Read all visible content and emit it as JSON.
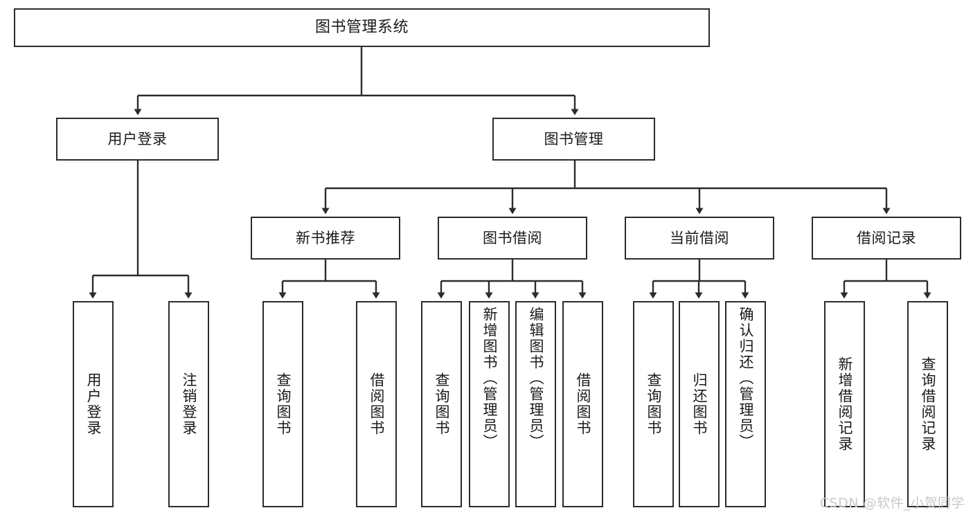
{
  "diagram": {
    "title": "图书管理系统",
    "type": "hierarchy-tree",
    "watermark": "CSDN @软件_小贺同学",
    "colors": {
      "box_border": "#2b2b2b",
      "box_fill": "#ffffff",
      "connector": "#2b2b2b",
      "text": "#1a1a1a",
      "watermark": "#c9c9c9"
    },
    "root": {
      "label": "图书管理系统"
    },
    "level2": [
      {
        "label": "用户登录"
      },
      {
        "label": "图书管理"
      }
    ],
    "level3": [
      {
        "label": "新书推荐"
      },
      {
        "label": "图书借阅"
      },
      {
        "label": "当前借阅"
      },
      {
        "label": "借阅记录"
      }
    ],
    "leaves": {
      "user_login": [
        {
          "label": "用户登录"
        },
        {
          "label": "注销登录"
        }
      ],
      "new_book": [
        {
          "label": "查询图书"
        },
        {
          "label": "借阅图书"
        }
      ],
      "book_borrow": [
        {
          "label": "查询图书"
        },
        {
          "label": "新增图书（管理员）"
        },
        {
          "label": "编辑图书（管理员）"
        },
        {
          "label": "借阅图书"
        }
      ],
      "current_borrow": [
        {
          "label": "查询图书"
        },
        {
          "label": "归还图书"
        },
        {
          "label": "确认归还（管理员）"
        }
      ],
      "borrow_record": [
        {
          "label": "新增借阅记录"
        },
        {
          "label": "查询借阅记录"
        }
      ]
    }
  }
}
